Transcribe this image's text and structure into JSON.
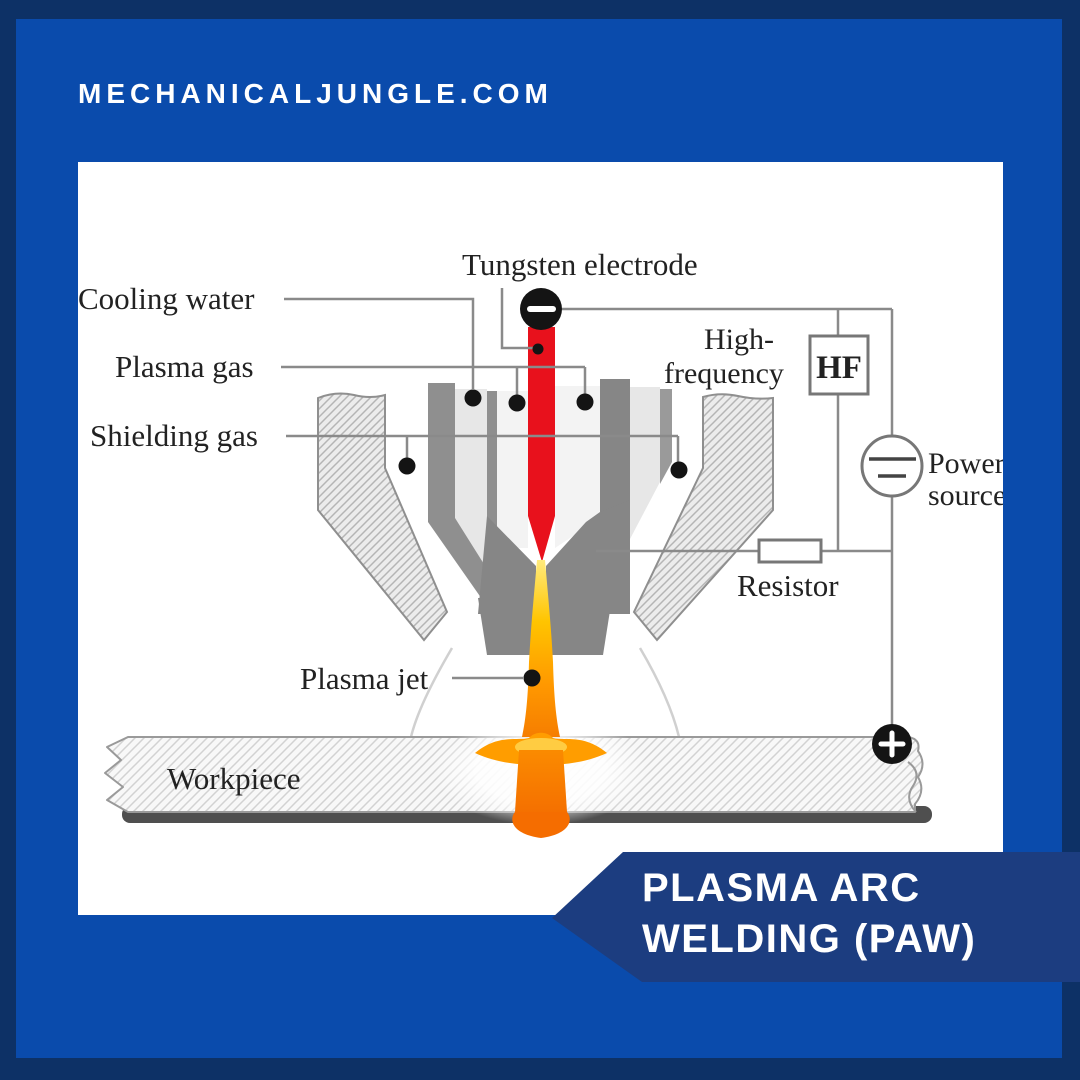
{
  "site": {
    "header": "MECHANICALJUNGLE.COM"
  },
  "banner": {
    "line1": "PLASMA ARC",
    "line2": "WELDING (PAW)"
  },
  "diagram": {
    "labels": {
      "tungsten_electrode": "Tungsten electrode",
      "cooling_water": "Cooling water",
      "plasma_gas": "Plasma gas",
      "shielding_gas": "Shielding gas",
      "high_frequency_line1": "High-",
      "high_frequency_line2": "frequency",
      "hf_box": "HF",
      "power_source_line1": "Power",
      "power_source_line2": "source",
      "resistor": "Resistor",
      "plasma_jet": "Plasma jet",
      "workpiece": "Workpiece"
    },
    "symbols": {
      "electrode_terminal": "minus",
      "workpiece_terminal": "plus"
    },
    "colors": {
      "outer_border": "#0d3166",
      "frame_blue": "#0a4bac",
      "banner_navy": "#1c3d80",
      "panel_white": "#ffffff",
      "electrode_red": "#e8111c",
      "jet_yellow": "#ffc400",
      "jet_orange": "#f57c00",
      "torch_gray": "#868686",
      "wire_gray": "#8a8a8a",
      "label_color": "#222222"
    }
  }
}
